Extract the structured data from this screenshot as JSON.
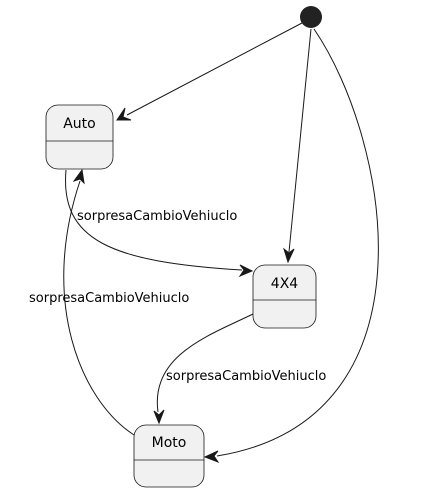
{
  "diagram": {
    "states": {
      "auto": "Auto",
      "four_by_four": "4X4",
      "moto": "Moto"
    },
    "transitions": {
      "auto_to_4x4": "sorpresaCambioVehiuclo",
      "4x4_to_moto": "sorpresaCambioVehiuclo",
      "moto_to_auto": "sorpresaCambioVehiuclo"
    }
  }
}
